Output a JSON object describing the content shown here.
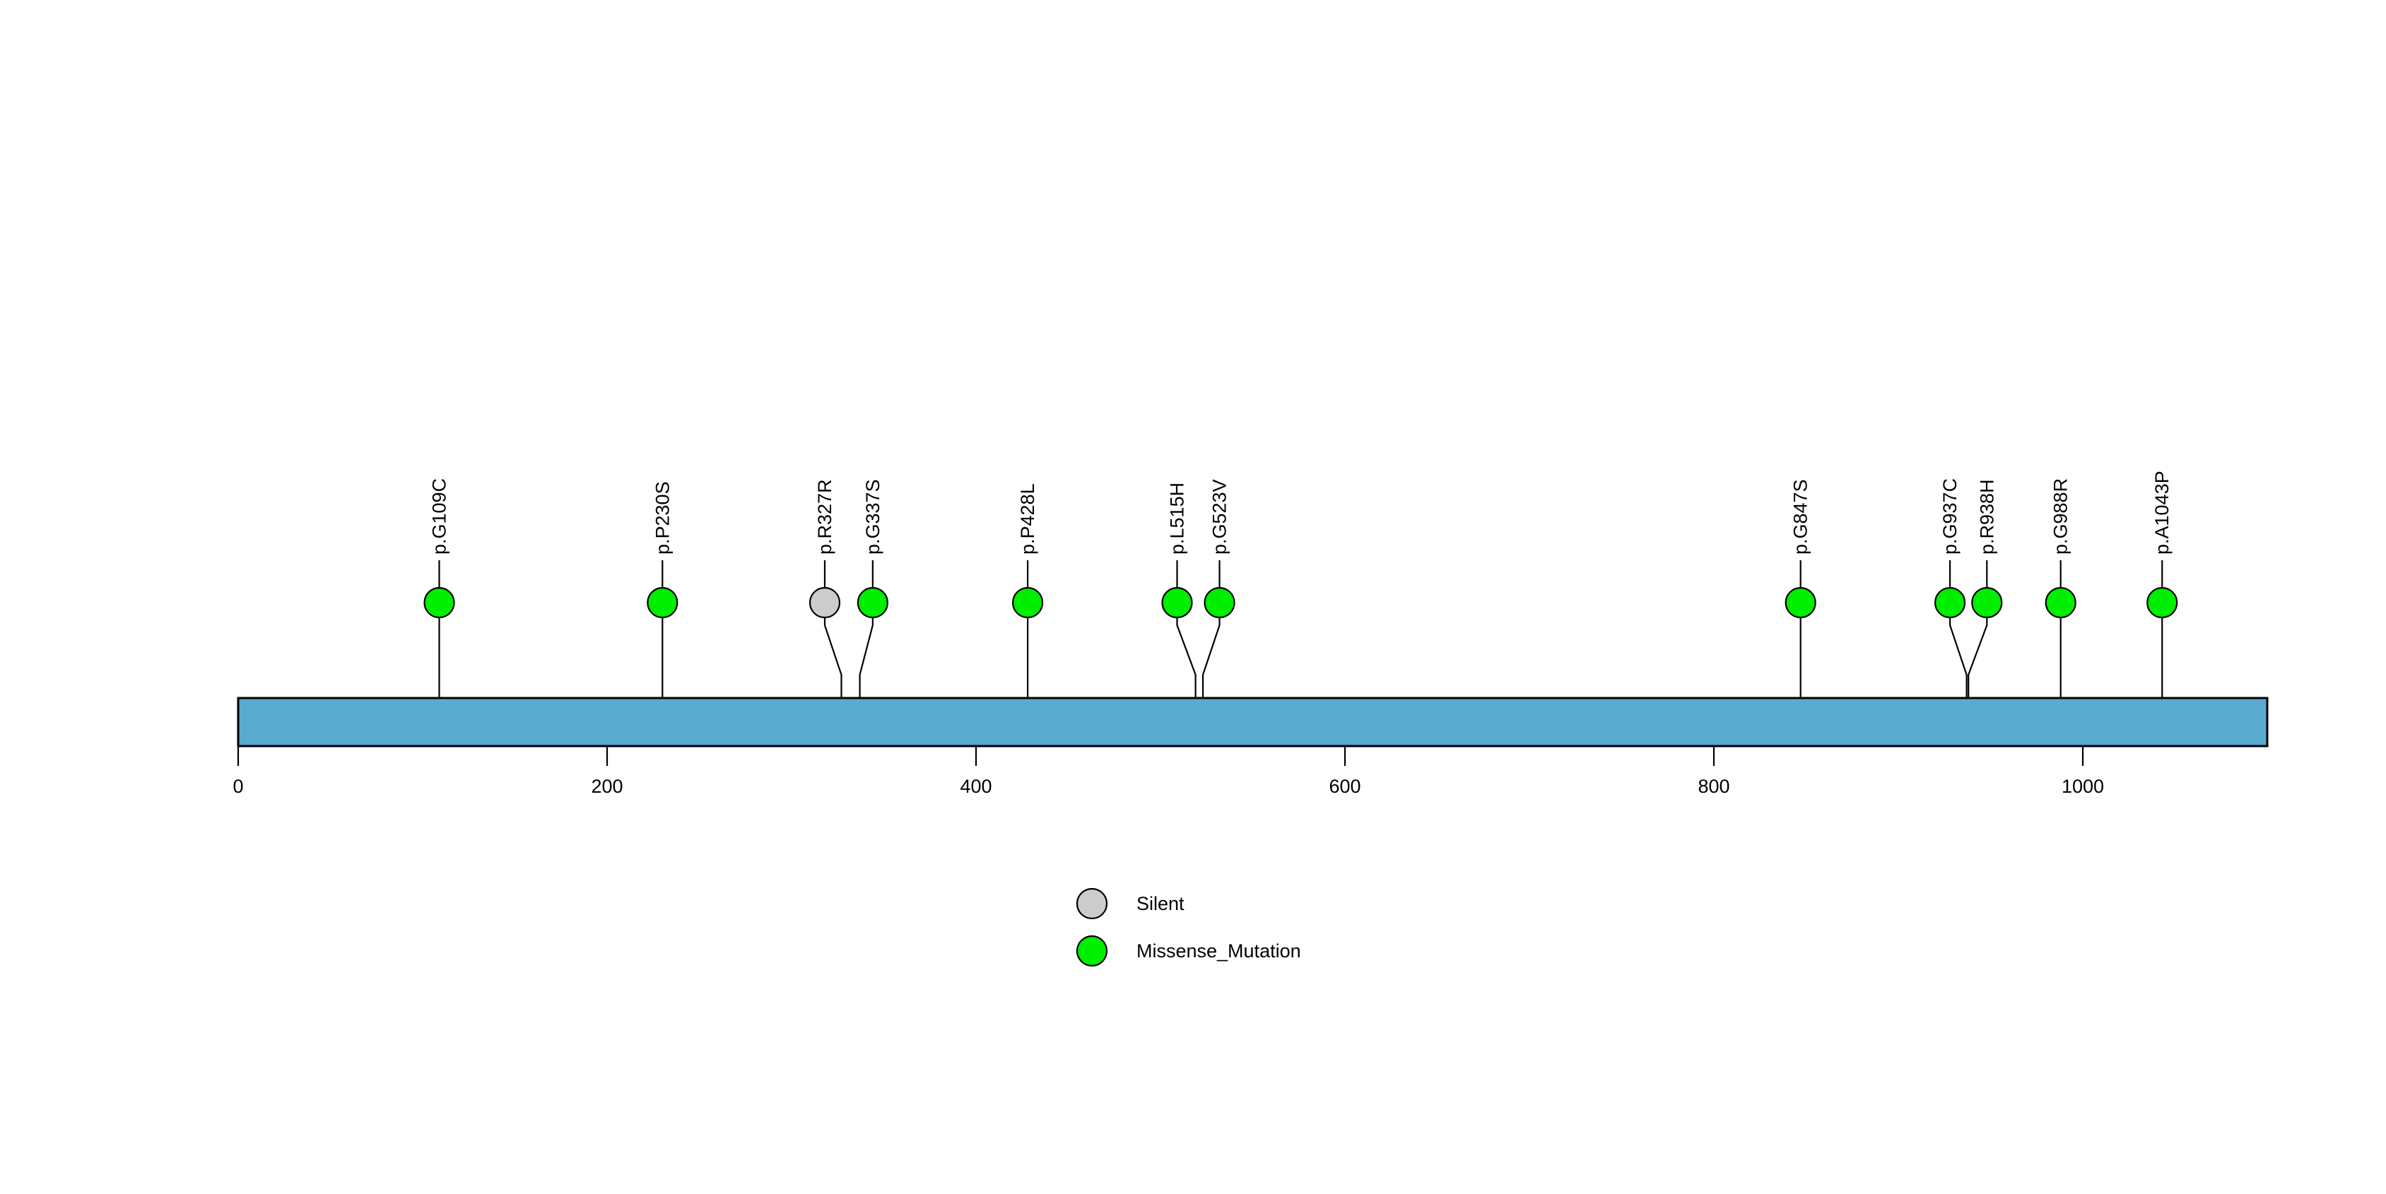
{
  "chart_data": {
    "type": "lollipop",
    "title": "",
    "xlabel": "",
    "ylabel": "",
    "xlim": [
      0,
      1100
    ],
    "grid": false,
    "protein_length": 1100,
    "protein_bar_color": "#5AAAD0",
    "axis_ticks": [
      {
        "value": 0,
        "label": "0"
      },
      {
        "value": 200,
        "label": "200"
      },
      {
        "value": 400,
        "label": "400"
      },
      {
        "value": 600,
        "label": "600"
      },
      {
        "value": 800,
        "label": "800"
      },
      {
        "value": 1000,
        "label": "1000"
      }
    ],
    "categories": [
      "p.G109C",
      "p.P230S",
      "p.R327R",
      "p.G337S",
      "p.P428L",
      "p.L515H",
      "p.G523V",
      "p.G847S",
      "p.G937C",
      "p.R938H",
      "p.G988R",
      "p.A1043P"
    ],
    "values": [
      1,
      1,
      1,
      1,
      1,
      1,
      1,
      1,
      1,
      1,
      1,
      1
    ],
    "mutations": [
      {
        "label": "p.G109C",
        "position": 109,
        "label_position": 109,
        "type": "Missense_Mutation",
        "color": "#00EE00",
        "count": 1
      },
      {
        "label": "p.P230S",
        "position": 230,
        "label_position": 230,
        "type": "Missense_Mutation",
        "color": "#00EE00",
        "count": 1
      },
      {
        "label": "p.R327R",
        "position": 327,
        "label_position": 318,
        "type": "Silent",
        "color": "#CCCCCC",
        "count": 1
      },
      {
        "label": "p.G337S",
        "position": 337,
        "label_position": 344,
        "type": "Missense_Mutation",
        "color": "#00EE00",
        "count": 1
      },
      {
        "label": "p.P428L",
        "position": 428,
        "label_position": 428,
        "type": "Missense_Mutation",
        "color": "#00EE00",
        "count": 1
      },
      {
        "label": "p.L515H",
        "position": 519,
        "label_position": 509,
        "type": "Missense_Mutation",
        "color": "#00EE00",
        "count": 1
      },
      {
        "label": "p.G523V",
        "position": 523,
        "label_position": 532,
        "type": "Missense_Mutation",
        "color": "#00EE00",
        "count": 1
      },
      {
        "label": "p.G847S",
        "position": 847,
        "label_position": 847,
        "type": "Missense_Mutation",
        "color": "#00EE00",
        "count": 1
      },
      {
        "label": "p.G937C",
        "position": 937,
        "label_position": 928,
        "type": "Missense_Mutation",
        "color": "#00EE00",
        "count": 1
      },
      {
        "label": "p.R938H",
        "position": 938,
        "label_position": 948,
        "type": "Missense_Mutation",
        "color": "#00EE00",
        "count": 1
      },
      {
        "label": "p.G988R",
        "position": 988,
        "label_position": 988,
        "type": "Missense_Mutation",
        "color": "#00EE00",
        "count": 1
      },
      {
        "label": "p.A1043P",
        "position": 1043,
        "label_position": 1043,
        "type": "Missense_Mutation",
        "color": "#00EE00",
        "count": 1
      }
    ],
    "legend": {
      "position": "bottom-center",
      "entries": [
        {
          "label": "Silent",
          "color": "#CCCCCC"
        },
        {
          "label": "Missense_Mutation",
          "color": "#00EE00"
        }
      ]
    }
  }
}
